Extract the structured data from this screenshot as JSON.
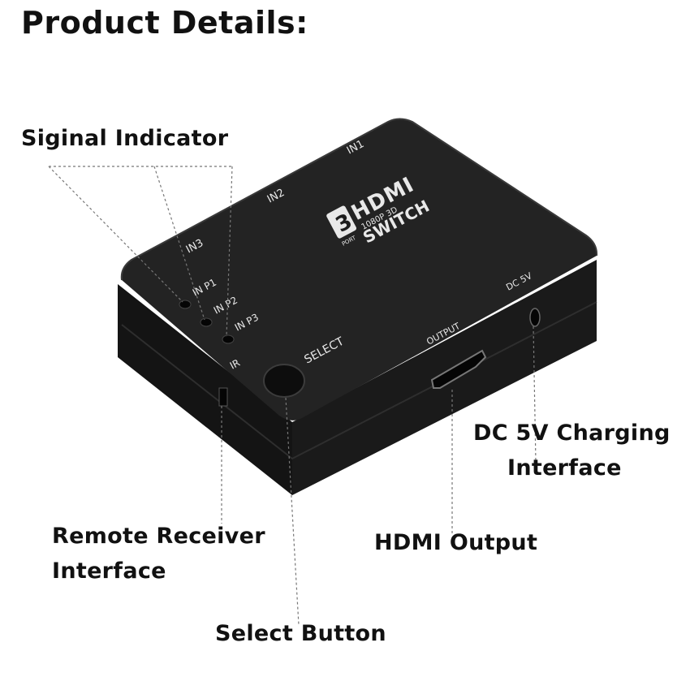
{
  "title": "Product Details:",
  "callouts": {
    "signal_indicator": "Siginal Indicator",
    "dc_charging_line1": "DC 5V Charging",
    "dc_charging_line2": "Interface",
    "remote_line1": "Remote Receiver",
    "remote_line2": "Interface",
    "hdmi_output": "HDMI Output",
    "select_button": "Select Button"
  },
  "device": {
    "in1": "IN1",
    "in2": "IN2",
    "in3": "IN3",
    "logo_number": "3",
    "logo_hdmi": "HDMI",
    "logo_spec": "1080P 3D",
    "logo_port": "PORT",
    "switch_label": "SWITCH",
    "inp1": "IN P1",
    "inp2": "IN P2",
    "inp3": "IN P3",
    "select": "SELECT",
    "ir": "IR",
    "output": "OUTPUT",
    "dc5v": "DC 5V"
  }
}
